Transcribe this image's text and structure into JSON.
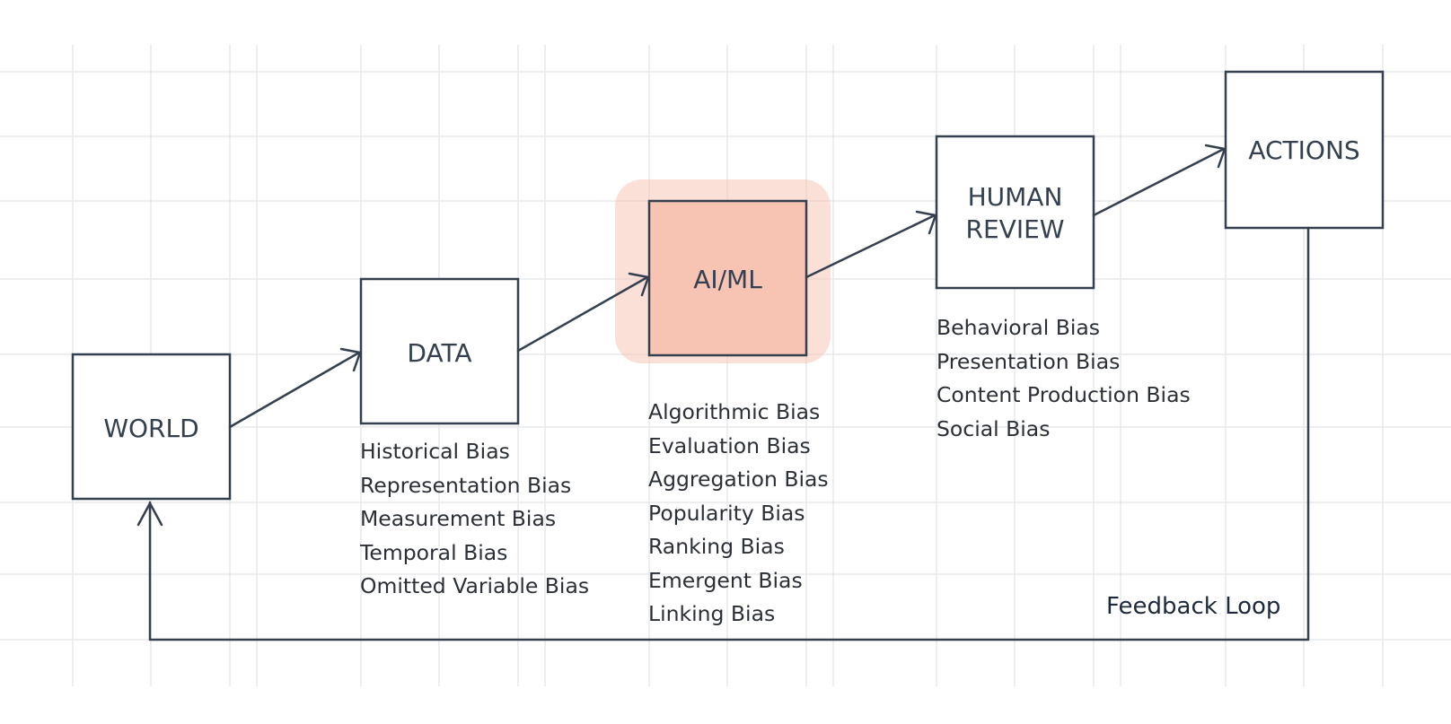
{
  "stages": {
    "world": {
      "label": "WORLD"
    },
    "data": {
      "label": "DATA"
    },
    "aiml": {
      "label": "AI/ML"
    },
    "human_review": {
      "label_lines": [
        "HUMAN",
        "REVIEW"
      ]
    },
    "actions": {
      "label": "ACTIONS"
    }
  },
  "bias_lists": {
    "data": [
      "Historical Bias",
      "Representation Bias",
      "Measurement Bias",
      "Temporal Bias",
      "Omitted Variable Bias"
    ],
    "aiml": [
      "Algorithmic Bias",
      "Evaluation Bias",
      "Aggregation Bias",
      "Popularity Bias",
      "Ranking Bias",
      "Emergent Bias",
      "Linking Bias"
    ],
    "human_review": [
      "Behavioral Bias",
      "Presentation Bias",
      "Content Production Bias",
      "Social Bias"
    ]
  },
  "feedback_loop": {
    "label": "Feedback Loop"
  },
  "colors": {
    "stroke": "#34404f",
    "highlight_fill": "#f7c3b3",
    "grid": "#e6e8ea",
    "text": "#2b2f36"
  }
}
